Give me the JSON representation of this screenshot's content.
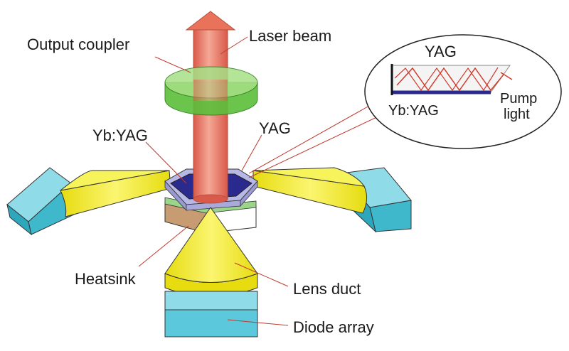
{
  "labels": {
    "output_coupler": "Output coupler",
    "laser_beam": "Laser beam",
    "yb_yag": "Yb:YAG",
    "yag": "YAG",
    "heatsink": "Heatsink",
    "lens_duct": "Lens duct",
    "diode_array": "Diode array"
  },
  "inset": {
    "yag": "YAG",
    "yb_yag": "Yb:YAG",
    "pump_line1": "Pump",
    "pump_line2": "light"
  },
  "colors": {
    "laser": "#e9735a",
    "coupler": "#7fd35a",
    "lens_duct": "#f2ec1e",
    "diode": "#5cc8dc",
    "yb_yag_layer": "#2a2a8e",
    "yag_layer": "#b8b8e6",
    "heatsink": "#c79c72",
    "pointer": "#c0392b"
  }
}
